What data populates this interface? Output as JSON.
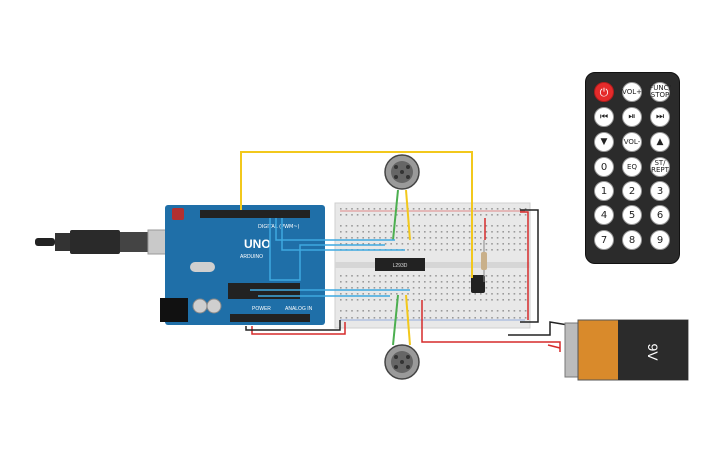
{
  "arduino": {
    "brand": "ARDUINO",
    "model": "UNO",
    "digital_label": "DIGITAL (PWM~)",
    "power_label": "POWER",
    "analog_label": "ANALOG IN"
  },
  "ic_chip": {
    "label": "L293D"
  },
  "battery": {
    "voltage_label": "9V"
  },
  "remote": {
    "buttons": [
      {
        "label": "⏻",
        "kind": "power",
        "name": "power-button"
      },
      {
        "label": "VOL+",
        "kind": "text",
        "name": "vol-up-button"
      },
      {
        "label": "FUNC/ STOP",
        "kind": "text",
        "name": "func-stop-button"
      },
      {
        "label": "⏮",
        "kind": "sym",
        "name": "previous-button"
      },
      {
        "label": "⏯",
        "kind": "sym",
        "name": "play-pause-button"
      },
      {
        "label": "⏭",
        "kind": "sym",
        "name": "next-button"
      },
      {
        "label": "▼",
        "kind": "sym",
        "name": "down-button"
      },
      {
        "label": "VOL-",
        "kind": "text",
        "name": "vol-down-button"
      },
      {
        "label": "▲",
        "kind": "sym",
        "name": "up-button"
      },
      {
        "label": "0",
        "kind": "num",
        "name": "digit-0-button"
      },
      {
        "label": "EQ",
        "kind": "text",
        "name": "eq-button"
      },
      {
        "label": "ST/ REPT",
        "kind": "text",
        "name": "st-rept-button"
      },
      {
        "label": "1",
        "kind": "num",
        "name": "digit-1-button"
      },
      {
        "label": "2",
        "kind": "num",
        "name": "digit-2-button"
      },
      {
        "label": "3",
        "kind": "num",
        "name": "digit-3-button"
      },
      {
        "label": "4",
        "kind": "num",
        "name": "digit-4-button"
      },
      {
        "label": "5",
        "kind": "num",
        "name": "digit-5-button"
      },
      {
        "label": "6",
        "kind": "num",
        "name": "digit-6-button"
      },
      {
        "label": "7",
        "kind": "num",
        "name": "digit-7-button"
      },
      {
        "label": "8",
        "kind": "num",
        "name": "digit-8-button"
      },
      {
        "label": "9",
        "kind": "num",
        "name": "digit-9-button"
      }
    ]
  },
  "colors": {
    "arduino_board": "#1f6fa8",
    "breadboard": "#e8e8e8",
    "wire_yellow": "#f2c81c",
    "wire_green": "#4caf50",
    "wire_red": "#d62a2a",
    "wire_black": "#222222",
    "wire_blue": "#3fa9e0",
    "remote_body": "#2b2b2b",
    "power_button": "#e52b2b",
    "battery_orange": "#d98a2b"
  }
}
